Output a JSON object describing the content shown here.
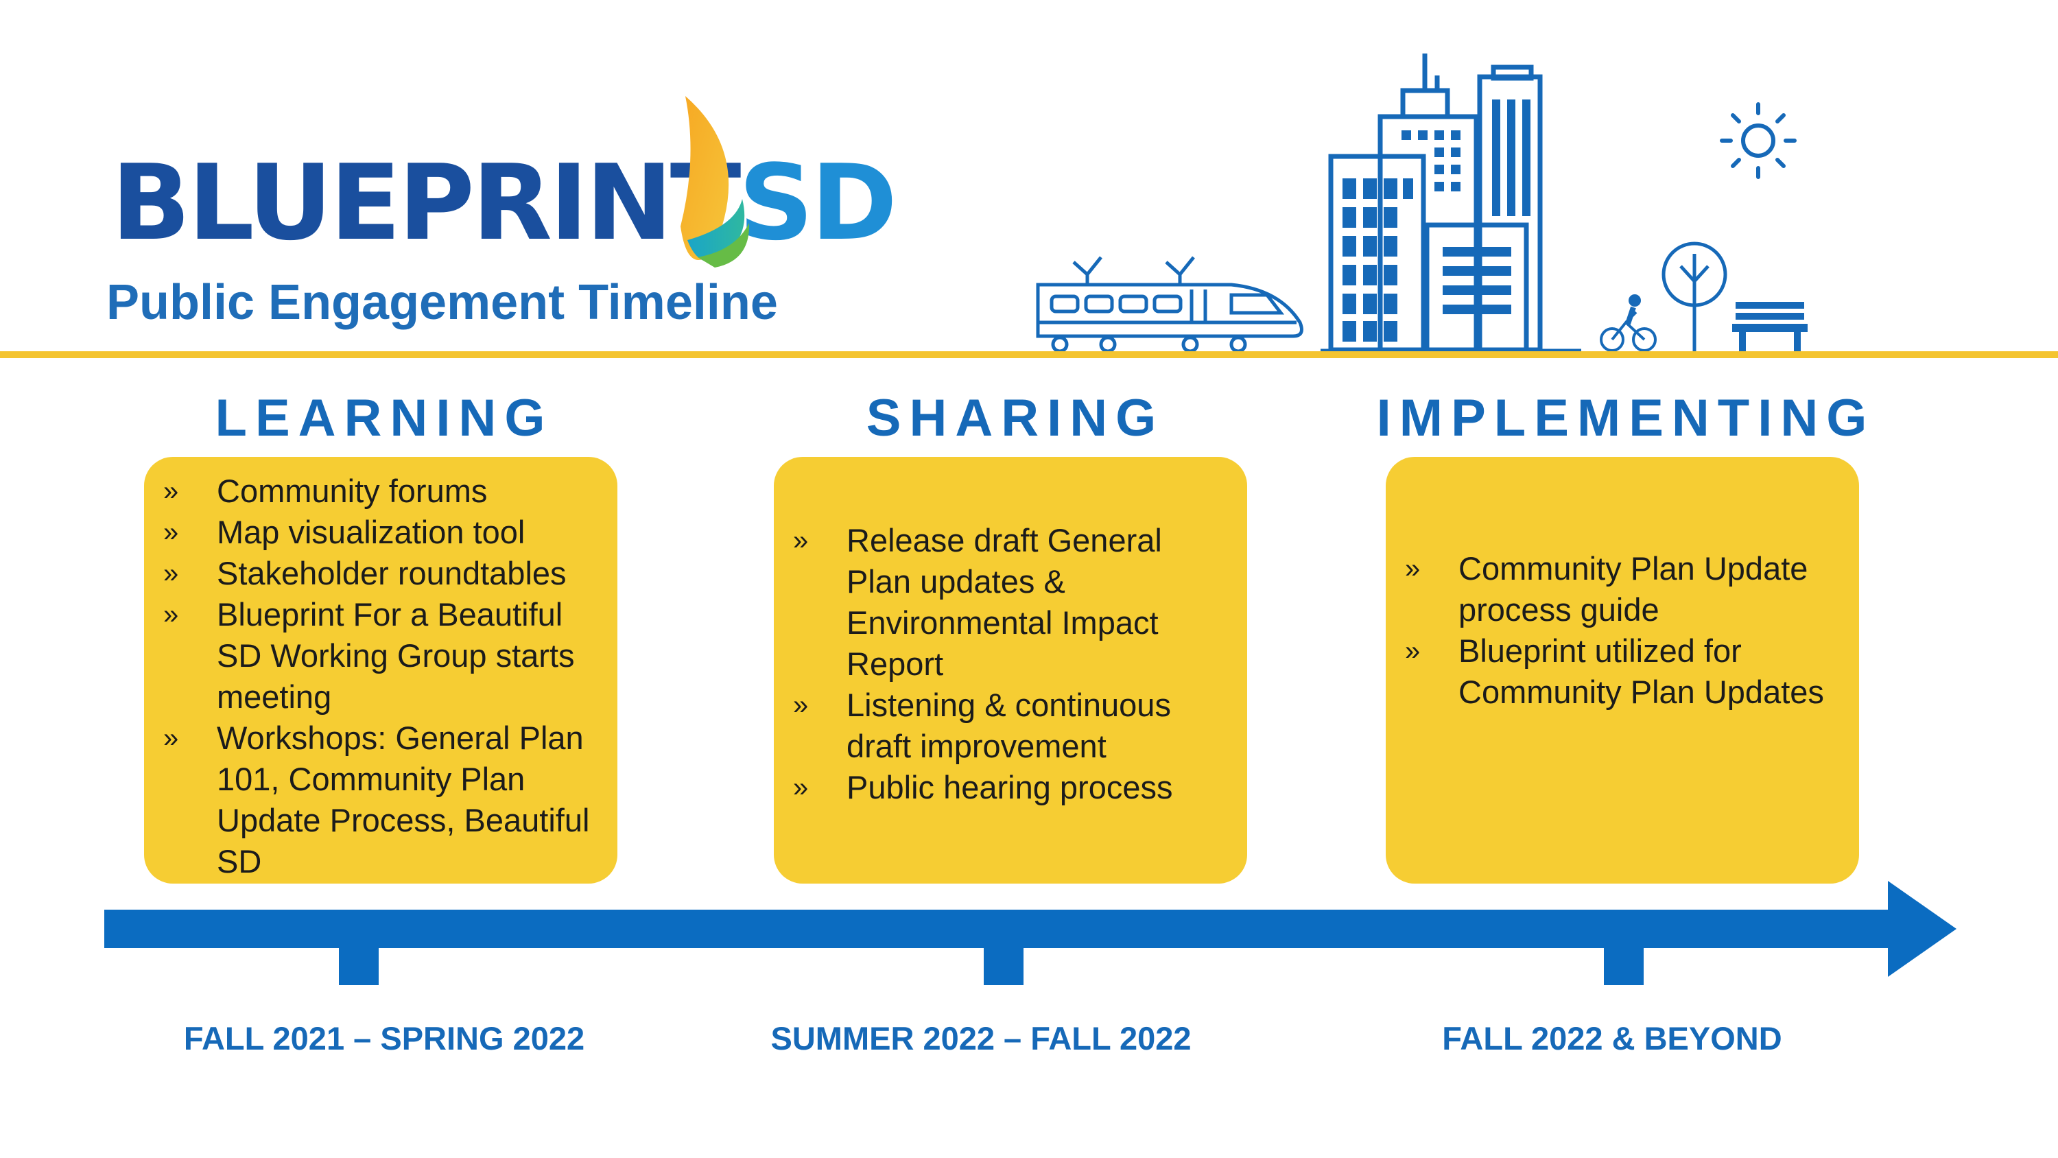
{
  "logo": {
    "part1": "BLUEPRINT",
    "part2": "SD"
  },
  "subtitle": "Public Engagement Timeline",
  "colors": {
    "primary_blue": "#1669b8",
    "dark_blue": "#1a4f9e",
    "yellow": "#f6cd33",
    "line_yellow": "#f4c430",
    "arrow_blue": "#0b6cc1"
  },
  "phases": [
    {
      "heading": "LEARNING",
      "items": [
        "Community forums",
        "Map visualization tool",
        "Stakeholder roundtables",
        "Blueprint For a Beautiful SD Working Group starts meeting",
        "Workshops: General Plan 101, Community Plan Update Process, Beautiful SD"
      ],
      "date": "FALL 2021 – SPRING 2022"
    },
    {
      "heading": "SHARING",
      "items": [
        "Release draft General Plan updates & Environmental Impact Report",
        "Listening & continuous draft improvement",
        "Public hearing process"
      ],
      "date": "SUMMER 2022 – FALL 2022"
    },
    {
      "heading": "IMPLEMENTING",
      "items": [
        "Community Plan Update process guide",
        "Blueprint utilized for Community Plan Updates"
      ],
      "date": "FALL 2022 & BEYOND"
    }
  ],
  "bullet_glyph": "»",
  "illustration_icons": [
    "train-icon",
    "skyscraper-icon",
    "cyclist-icon",
    "tree-icon",
    "bench-icon",
    "sun-icon"
  ]
}
